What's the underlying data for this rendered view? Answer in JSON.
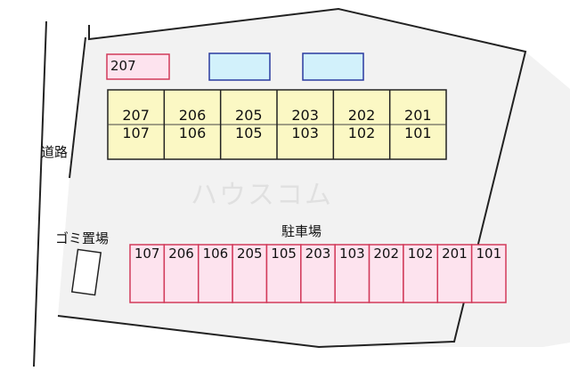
{
  "road_label": "道路",
  "garbage_label": "ゴミ置場",
  "parking_label": "駐車場",
  "watermark": "ハウスコム",
  "extra_space": "207",
  "building": {
    "upper_row": [
      "207",
      "206",
      "205",
      "203",
      "202",
      "201"
    ],
    "lower_row": [
      "107",
      "106",
      "105",
      "103",
      "102",
      "101"
    ]
  },
  "parking_spaces": [
    "107",
    "206",
    "106",
    "205",
    "105",
    "203",
    "103",
    "202",
    "102",
    "201",
    "101"
  ],
  "colors": {
    "lot": "#f2f2f2",
    "building": "#fbf8c4",
    "parking_fill": "#fde3ee",
    "parking_border": "#d23a5a",
    "blue_fill": "#d2f1fb",
    "blue_border": "#2a3aa0"
  }
}
